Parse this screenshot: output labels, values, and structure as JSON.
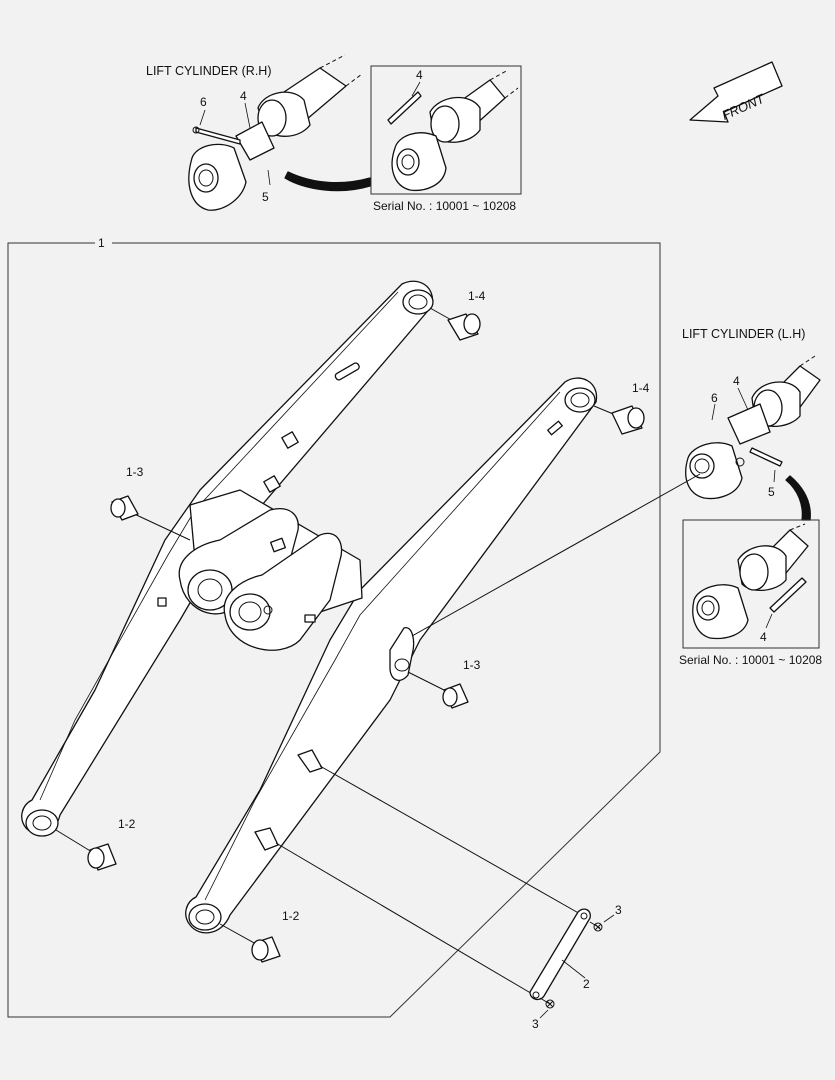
{
  "titles": {
    "rh": "LIFT CYLINDER (R.H)",
    "lh": "LIFT CYLINDER (L.H)"
  },
  "serial": {
    "rh": "Serial No. : 10001 ~ 10208",
    "lh": "Serial No. : 10001 ~ 10208"
  },
  "front_arrow": {
    "label": "FRONT"
  },
  "callouts": {
    "assembly": "1",
    "rh_pin_nut": "6",
    "rh_pin": "4",
    "rh_bolt": "5",
    "rh_detail_pin": "4",
    "lh_pin": "4",
    "lh_pin_nut": "6",
    "lh_bolt": "5",
    "lh_detail_pin": "4",
    "bush_top_left": "1-4",
    "bush_top_right": "1-4",
    "bush_mid_left": "1-3",
    "bush_mid_right": "1-3",
    "bush_bottom_left": "1-2",
    "bush_bottom_right": "1-2",
    "link": "2",
    "link_bolt_top": "3",
    "link_bolt_bottom": "3"
  }
}
